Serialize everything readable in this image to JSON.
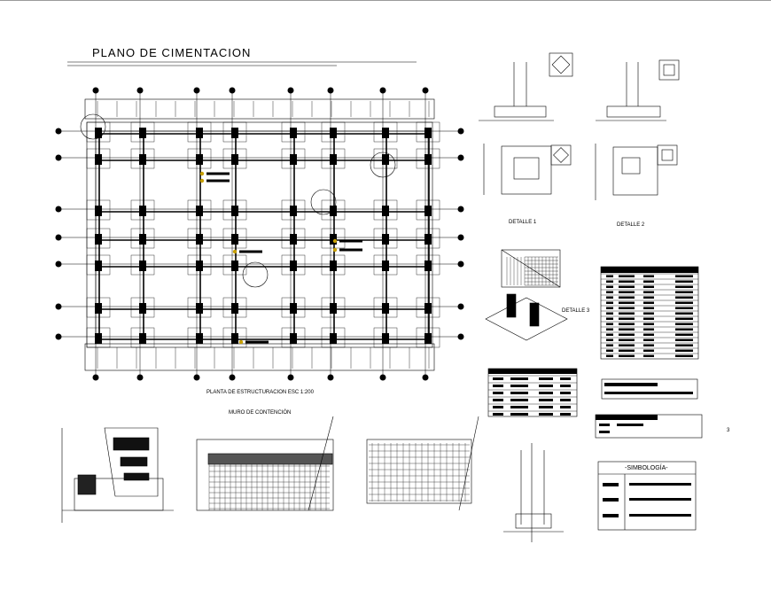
{
  "drawing": {
    "title": "PLANO DE CIMENTACION",
    "plan_caption": "PLANTA DE ESTRUCTURACION  ESC 1:200",
    "wall_caption": "MURO DE CONTENCIÓN",
    "detail_1": "DETALLE 1",
    "detail_2": "DETALLE 2",
    "detail_3": "DETALLE 3",
    "legend_title": "-SIMBOLOGÍA-",
    "margin_mark": "3"
  },
  "colors": {
    "lines": "#000000",
    "accent": "#c8a000",
    "background": "#ffffff"
  }
}
